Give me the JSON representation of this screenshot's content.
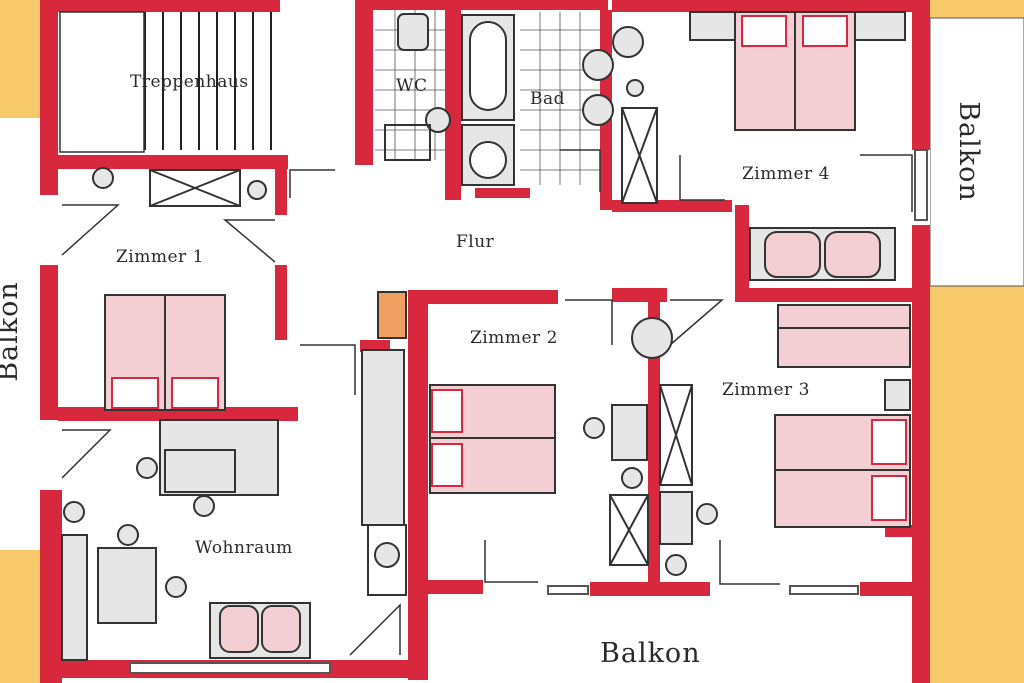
{
  "labels": {
    "treppenhaus": "Treppenhaus",
    "wc": "WC",
    "bad": "Bad",
    "flur": "Flur",
    "zimmer_1": "Zimmer 1",
    "zimmer_2": "Zimmer 2",
    "zimmer_3": "Zimmer 3",
    "zimmer_4": "Zimmer 4",
    "wohnraum": "Wohnraum",
    "balkon_bottom": "Balkon",
    "balkon_right": "Balkon",
    "balkon_left": "Balkon"
  },
  "colors": {
    "wall": "#d8283d",
    "floor": "#ffffff",
    "exterior": "#f7c96a",
    "balcony": "#ffffff",
    "furniture": "#e6e6e6",
    "bed": "#f3cfd4",
    "line": "#333333"
  }
}
